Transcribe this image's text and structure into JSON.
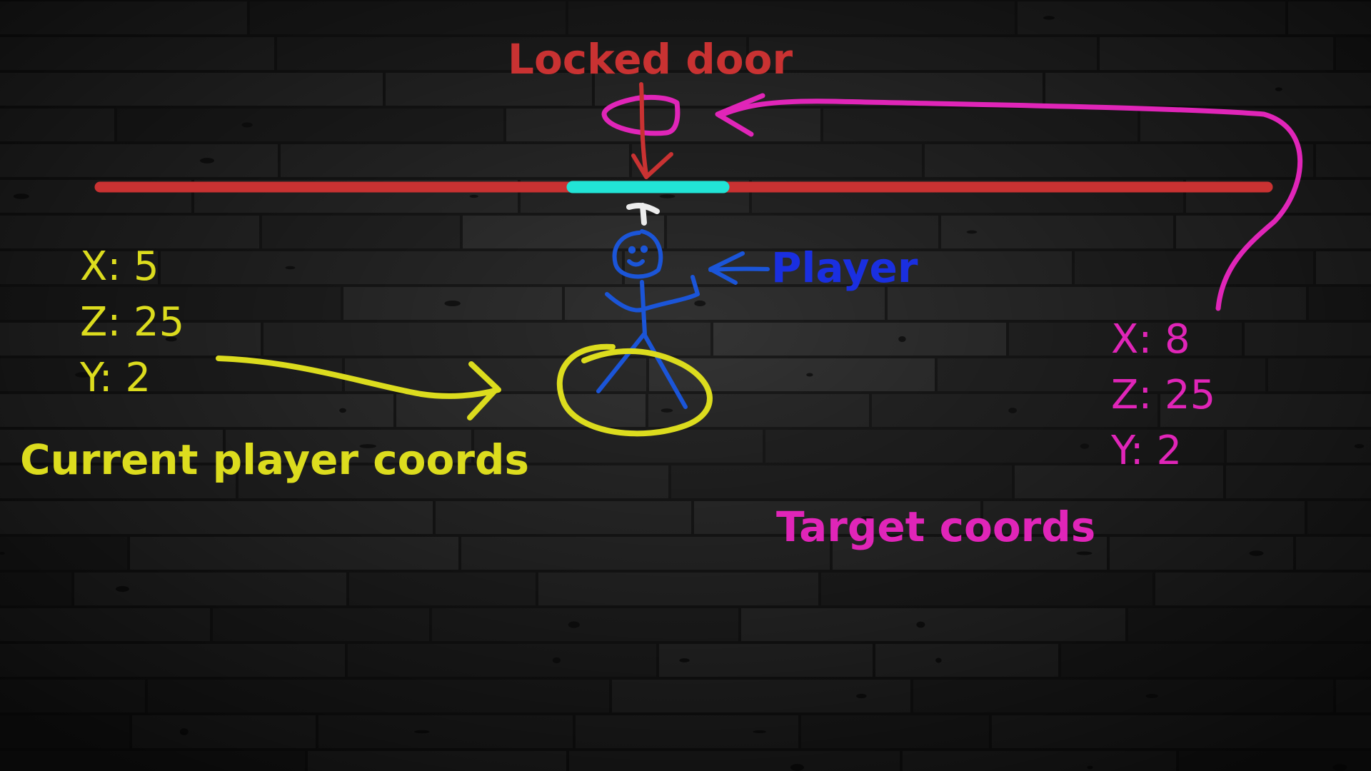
{
  "labels": {
    "door": "Locked door",
    "player": "Player",
    "current": "Current player coords",
    "target": "Target coords"
  },
  "current_coords": {
    "x": "X: 5",
    "z": "Z: 25",
    "y": "Y: 2"
  },
  "target_coords": {
    "x": "X: 8",
    "z": "Z: 25",
    "y": "Y: 2"
  },
  "colors": {
    "door": "#c93232",
    "wall": "#c93232",
    "door_gap": "#22e4d6",
    "player": "#1b55d8",
    "player_label": "#1a2fe0",
    "current": "#dcdc1e",
    "target": "#e025b8",
    "plank": "#2b2b2b"
  },
  "icons": {
    "door_marker": "door-marker-icon",
    "player_figure": "stick-figure-icon",
    "key": "key-icon"
  }
}
